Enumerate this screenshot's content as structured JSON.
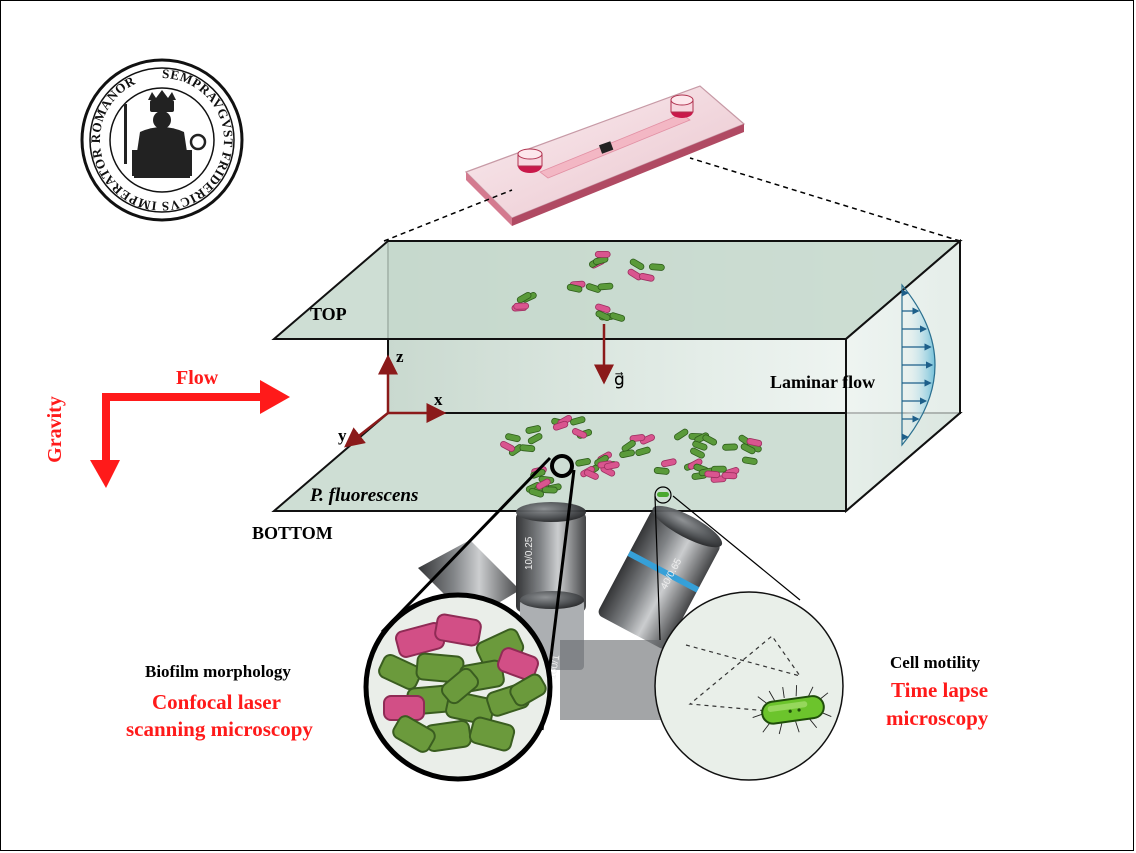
{
  "labels": {
    "top": "TOP",
    "bottom": "BOTTOM",
    "flow": "Flow",
    "gravity": "Gravity",
    "laminar_flow": "Laminar flow",
    "species": "P. fluorescens",
    "axis_x": "x",
    "axis_y": "y",
    "axis_z": "z",
    "gravity_vector": "g⃗",
    "biofilm_title": "Biofilm morphology",
    "biofilm_method_line1": "Confocal laser",
    "biofilm_method_line2": "scanning microscopy",
    "motility_title": "Cell motility",
    "motility_method_line1": "Time lapse",
    "motility_method_line2": "microscopy"
  },
  "seal": {
    "ring_text": "SEMPRAVGVST FRIDERICVS IMPERATOR ROMANOR"
  },
  "objective_labels": [
    "10/0.25",
    "40/0.65",
    "100/1"
  ],
  "colors": {
    "accent_red": "#ff1a1a",
    "cell_green": "#5a9a3a",
    "cell_pink": "#d9558f",
    "channel_fill": "#d6e4dc",
    "laminar_profile": "#7ec8e3"
  }
}
